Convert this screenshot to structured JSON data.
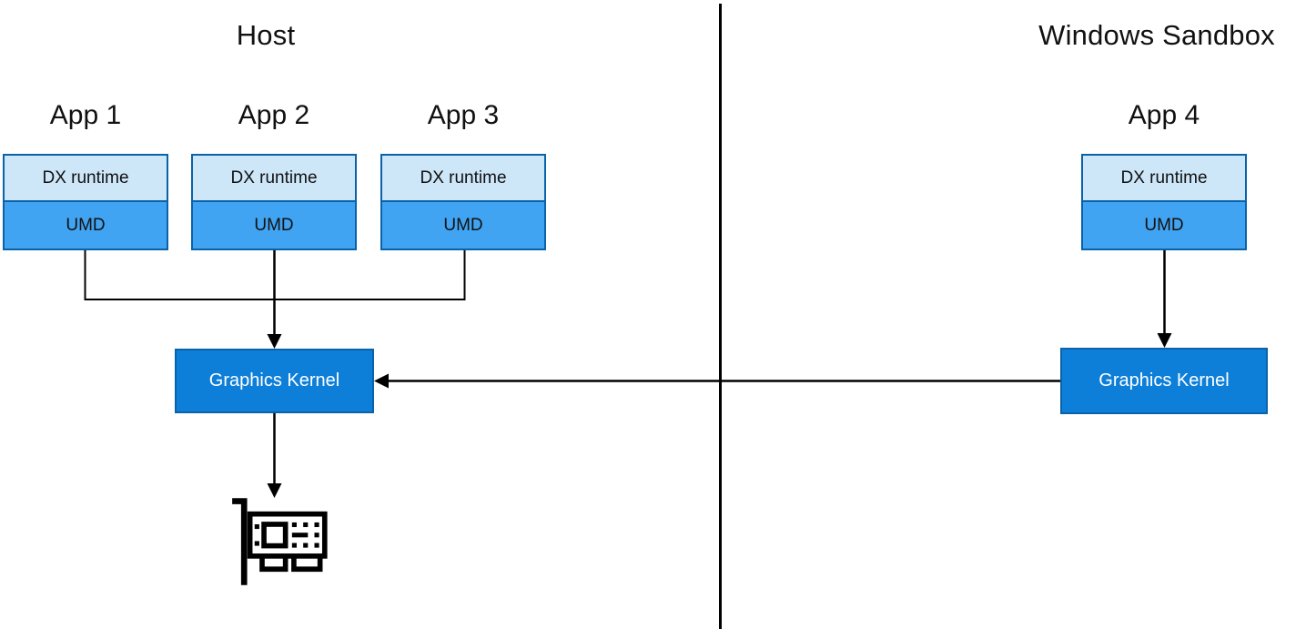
{
  "sections": {
    "host": "Host",
    "sandbox": "Windows Sandbox"
  },
  "apps": [
    {
      "label": "App 1",
      "dx": "DX runtime",
      "umd": "UMD"
    },
    {
      "label": "App 2",
      "dx": "DX runtime",
      "umd": "UMD"
    },
    {
      "label": "App 3",
      "dx": "DX runtime",
      "umd": "UMD"
    },
    {
      "label": "App 4",
      "dx": "DX runtime",
      "umd": "UMD"
    }
  ],
  "kernels": {
    "host": "Graphics Kernel",
    "sandbox": "Graphics Kernel"
  },
  "icons": {
    "gpu": "gpu-card-icon"
  },
  "colors": {
    "dx_fill": "#cde6f8",
    "umd_fill": "#41a4f2",
    "box_border": "#0a62a9",
    "kernel_fill": "#0e7fd9",
    "kernel_border": "#0a62a9",
    "kernel_text": "#ffffff",
    "line": "#000000",
    "background": "#ffffff"
  }
}
